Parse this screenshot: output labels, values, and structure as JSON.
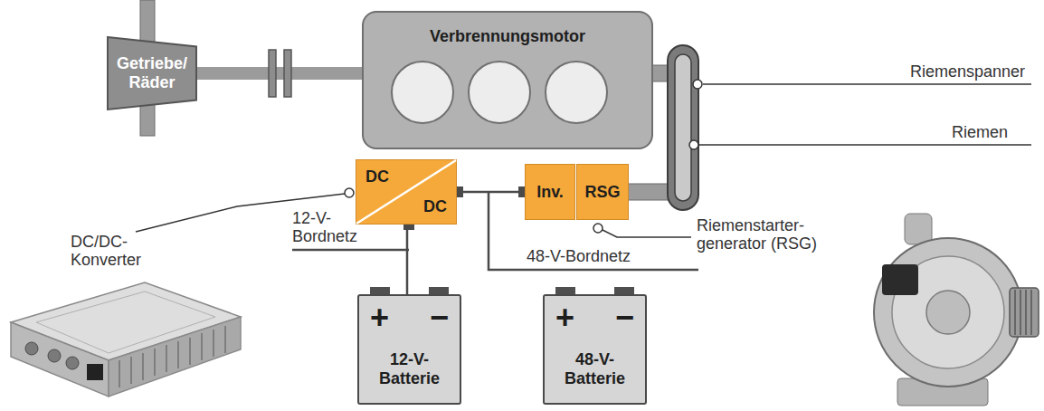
{
  "diagram": {
    "nodes": [
      {
        "text": [
          "Getriebe/ Räder"
        ]
      },
      {
        "text": [
          "Verbrennungsmotor"
        ]
      },
      {
        "text": [
          "DC",
          "DC"
        ]
      },
      {
        "text": [
          "Inv."
        ]
      },
      {
        "text": [
          "RSG"
        ]
      },
      {
        "text": [
          "+",
          "−",
          "12-V- Batterie"
        ]
      },
      {
        "text": [
          "+",
          "−",
          "48-V- Batterie"
        ]
      }
    ],
    "edges": [
      {
        "from": 0,
        "to": 1,
        "arrow": "none"
      },
      {
        "from": 2,
        "to": 3,
        "arrow": "none"
      },
      {
        "from": 2,
        "to": 5,
        "arrow": "none"
      }
    ],
    "labels": [
      "Riemenspanner",
      "Riemen",
      "Riemenstarter- generator (RSG)",
      "DC/DC- Konverter",
      "12-V- Bordnetz",
      "48-V-Bordnetz"
    ]
  }
}
